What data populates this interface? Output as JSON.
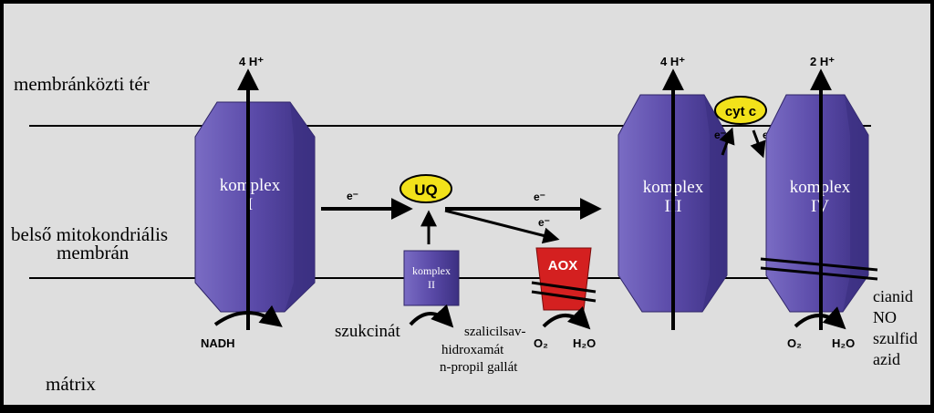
{
  "regions": {
    "intermembrane": "membránközti tér",
    "inner_membrane_line1": "belső mitokondriális",
    "inner_membrane_line2": "membrán",
    "matrix": "mátrix"
  },
  "complexes": {
    "c1": {
      "name": "komplex",
      "roman": "I",
      "proton": "4 H⁺",
      "substrate": "NADH"
    },
    "c2": {
      "name": "komplex",
      "roman": "II",
      "substrate": "szukcinát"
    },
    "c3": {
      "name": "komplex",
      "roman": "III",
      "proton": "4 H⁺"
    },
    "c4": {
      "name": "komplex",
      "roman": "IV",
      "proton": "2 H⁺",
      "o2": "O₂",
      "h2o": "H₂O"
    }
  },
  "carriers": {
    "uq": "UQ",
    "cytc": "cyt c"
  },
  "aox": {
    "label": "AOX",
    "o2": "O₂",
    "h2o": "H₂O"
  },
  "electron": "e⁻",
  "aox_inhibitors": [
    "szalicilsav-",
    "hidroxamát",
    "n-propil gallát"
  ],
  "cox_inhibitors": [
    "cianid",
    "NO",
    "szulfid",
    "azid"
  ],
  "colors": {
    "background": "#dedede",
    "complex": "#5a4aa8",
    "complex_light": "#7a6cc4",
    "complex_dark": "#3c3082",
    "carrier": "#f2e21a",
    "aox": "#d42020"
  }
}
